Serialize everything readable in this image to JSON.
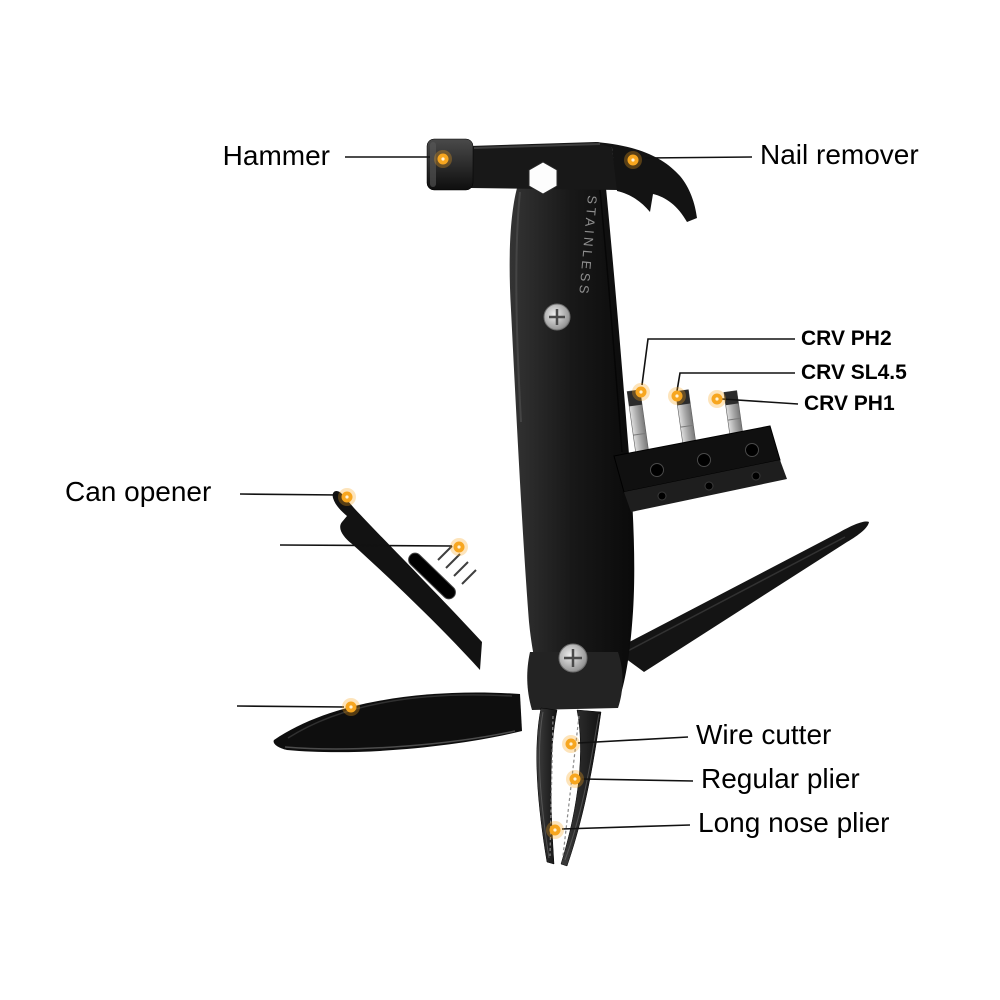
{
  "page": {
    "background": "#ffffff"
  },
  "colors": {
    "accent_dot": "#F7A61F",
    "leader_line": "#111111",
    "label_text": "#000000",
    "tool_body": "#151515"
  },
  "labels": {
    "hammer": "Hammer",
    "nail_remover": "Nail remover",
    "bit_ph2": "CRV PH2",
    "bit_sl45": "CRV SL4.5",
    "bit_ph1": "CRV PH1",
    "can_opener": "Can opener",
    "wire_cutter": "Wire cutter",
    "regular_plier": "Regular plier",
    "long_nose_plier": "Long nose plier"
  },
  "tool": {
    "engraving": "STAINLESS"
  }
}
